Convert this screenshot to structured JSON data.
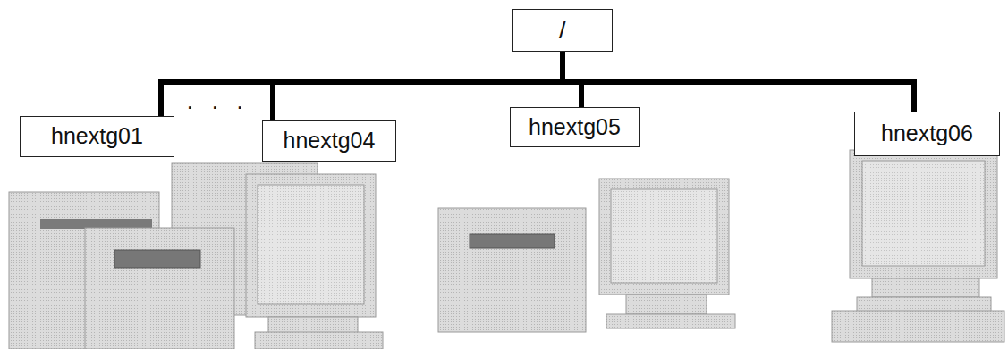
{
  "diagram": {
    "nodes": [
      {
        "text": [
          "/"
        ]
      },
      {
        "text": [
          "hnextg01"
        ]
      },
      {
        "text": [
          "hnextg04"
        ]
      },
      {
        "text": [
          "hnextg05"
        ]
      },
      {
        "text": [
          "hnextg06"
        ]
      }
    ],
    "edges": [
      {
        "from": 0,
        "to": 1,
        "arrow": "none"
      },
      {
        "from": 0,
        "to": 2,
        "arrow": "none"
      },
      {
        "from": 0,
        "to": 3,
        "arrow": "none"
      },
      {
        "from": 0,
        "to": 4,
        "arrow": "none"
      }
    ],
    "labels": [
      "· · ·"
    ]
  }
}
